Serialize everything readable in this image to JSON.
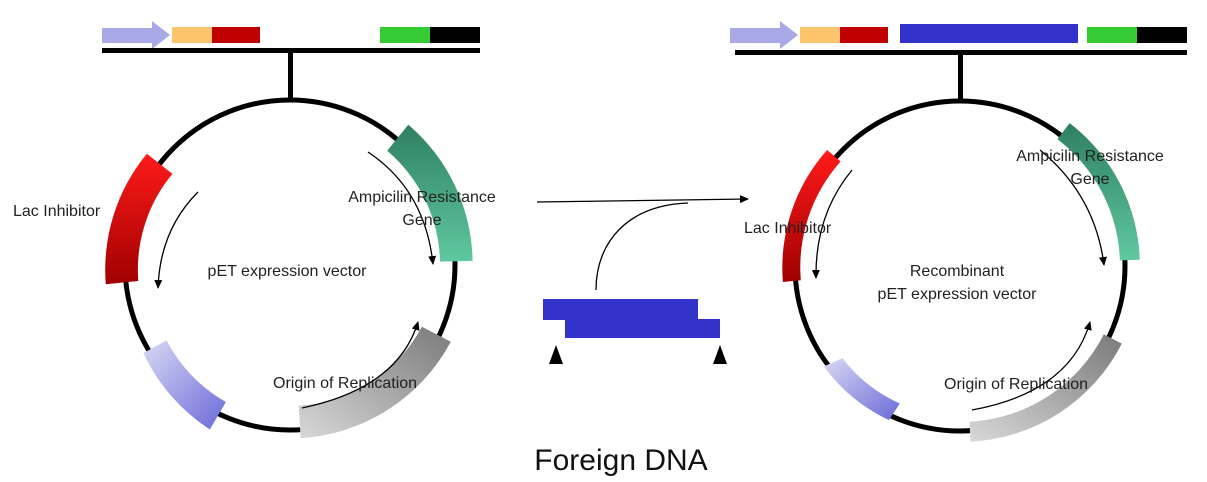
{
  "left_vector": {
    "name": "pET expression vector",
    "labels": {
      "lac_inhibitor": "Lac Inhibitor",
      "amp_line1": "Ampicilin Resistance",
      "amp_line2": "Gene",
      "origin": "Origin of Replication"
    }
  },
  "right_vector": {
    "name_line1": "Recombinant",
    "name_line2": "pET expression vector",
    "labels": {
      "lac_inhibitor": "Lac Inhibitor",
      "amp_line1": "Ampicilin Resistance",
      "amp_line2": "Gene",
      "origin": "Origin of Replication"
    }
  },
  "insert": {
    "label": "Foreign DNA"
  },
  "colors": {
    "promoter": "#a9a9e8",
    "yellow_segment": "#fcc46c",
    "red_segment": "#c00000",
    "green_segment": "#33cc33",
    "black_segment": "#000000",
    "foreign_dna": "#3333cc",
    "lac_inhibitor": "#e00000",
    "ampicillin": "#3a9070",
    "origin": "#909090",
    "lavender_region": "#8a8ae0"
  }
}
